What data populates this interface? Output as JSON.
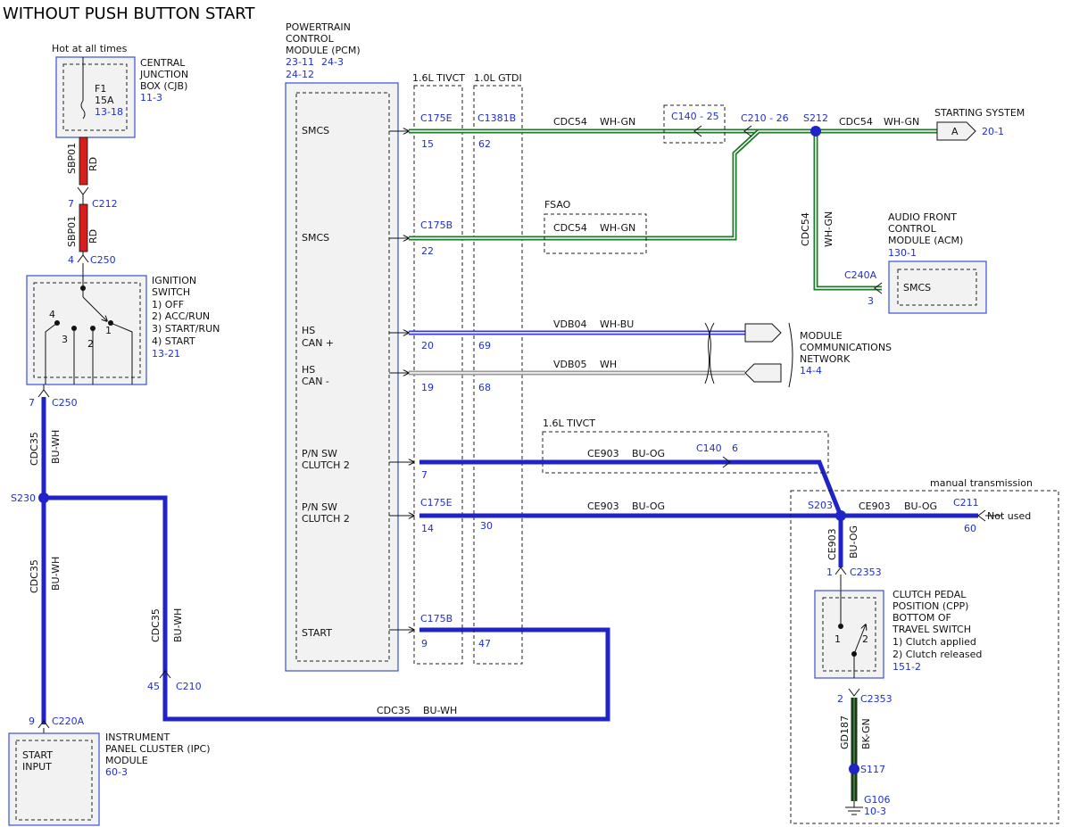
{
  "title": "WITHOUT PUSH BUTTON START",
  "cjb": {
    "hot": "Hot at all times",
    "name": [
      "CENTRAL",
      "JUNCTION",
      "BOX (CJB)"
    ],
    "ref": "11-3",
    "fuse": "F1",
    "amps": "15A",
    "fuse_ref": "13-18"
  },
  "wire_sbp01": {
    "circuit": "SBP01",
    "color": "RD"
  },
  "c212": {
    "pin": "7",
    "name": "C212"
  },
  "c250_top": {
    "pin": "4",
    "name": "C250"
  },
  "ignition": {
    "name": [
      "IGNITION",
      "SWITCH"
    ],
    "positions": [
      "1) OFF",
      "2) ACC/RUN",
      "3) START/RUN",
      "4) START"
    ],
    "ref": "13-21",
    "p1": "1",
    "p2": "2",
    "p3": "3",
    "p4": "4"
  },
  "c250_bot": {
    "pin": "7",
    "name": "C250"
  },
  "wire_cdc35": {
    "circuit": "CDC35",
    "color": "BU-WH"
  },
  "s230": "S230",
  "c210_ipc": {
    "pin": "45",
    "name": "C210"
  },
  "c220a": {
    "pin": "9",
    "name": "C220A"
  },
  "ipc": {
    "name": [
      "INSTRUMENT",
      "PANEL CLUSTER (IPC)",
      "MODULE"
    ],
    "ref": "60-3",
    "input": [
      "START",
      "INPUT"
    ]
  },
  "pcm": {
    "name": [
      "POWERTRAIN",
      "CONTROL",
      "MODULE (PCM)"
    ],
    "ref1": "23-11",
    "ref2": "24-3",
    "ref3": "24-12",
    "pins": [
      "SMCS",
      "SMCS",
      "HS",
      "CAN +",
      "HS",
      "CAN -",
      "P/N SW",
      "CLUTCH 2",
      "P/N SW",
      "CLUTCH 2",
      "START"
    ]
  },
  "engines": {
    "a": "1.6L TIVCT",
    "b": "1.0L GTDI"
  },
  "rows": {
    "r1": {
      "conn_a": "C175E",
      "pin_a": "15",
      "conn_b": "C1381B",
      "pin_b": "62"
    },
    "r2": {
      "conn_a": "C175B",
      "pin_a": "22"
    },
    "r3": {
      "pin_a": "20",
      "pin_b": "69"
    },
    "r4": {
      "pin_a": "19",
      "pin_b": "68"
    },
    "r5": {
      "pin_a": "7"
    },
    "r6": {
      "conn_a": "C175E",
      "pin_a": "14",
      "pin_b": "30"
    },
    "r7": {
      "conn_a": "C175B",
      "pin_a": "9",
      "pin_b": "47"
    }
  },
  "wire_cdc54": {
    "circuit": "CDC54",
    "color": "WH-GN"
  },
  "c140_25": "C140 - 25",
  "c210_26": "C210 - 26",
  "s212": "S212",
  "starting": {
    "name": "STARTING SYSTEM",
    "tag": "A",
    "ref": "20-1"
  },
  "fsao": "FSAO",
  "acm": {
    "name": [
      "AUDIO FRONT",
      "CONTROL",
      "MODULE (ACM)"
    ],
    "ref": "130-1",
    "conn": "C240A",
    "pin": "3",
    "input": "SMCS"
  },
  "vdb04": {
    "circuit": "VDB04",
    "color": "WH-BU"
  },
  "vdb05": {
    "circuit": "VDB05",
    "color": "WH"
  },
  "network": {
    "name": [
      "MODULE",
      "COMMUNICATIONS",
      "NETWORK"
    ],
    "ref": "14-4"
  },
  "tivct_box": "1.6L TIVCT",
  "wire_ce903": {
    "circuit": "CE903",
    "color": "BU-OG"
  },
  "c140_6": {
    "name": "C140",
    "pin": "6"
  },
  "manual": "manual transmission",
  "s203": "S203",
  "c211": {
    "name": "C211",
    "pin": "60",
    "note": "Not used"
  },
  "c2353_top": {
    "pin": "1",
    "name": "C2353"
  },
  "cpp": {
    "name": [
      "CLUTCH PEDAL",
      "POSITION (CPP)",
      "BOTTOM OF",
      "TRAVEL SWITCH"
    ],
    "positions": [
      "1) Clutch applied",
      "2) Clutch released"
    ],
    "ref": "151-2",
    "p1": "1",
    "p2": "2"
  },
  "c2353_bot": {
    "pin": "2",
    "name": "C2353"
  },
  "wire_gd187": {
    "circuit": "GD187",
    "color": "BK-GN"
  },
  "s117": "S117",
  "g106": {
    "name": "G106",
    "ref": "10-3"
  },
  "colors": {
    "red": "#d51e1e",
    "blue": "#1f23c8",
    "green": "#1e7a2a",
    "text_blue": "#1f2fd0",
    "ground": "#1a3a1a"
  }
}
